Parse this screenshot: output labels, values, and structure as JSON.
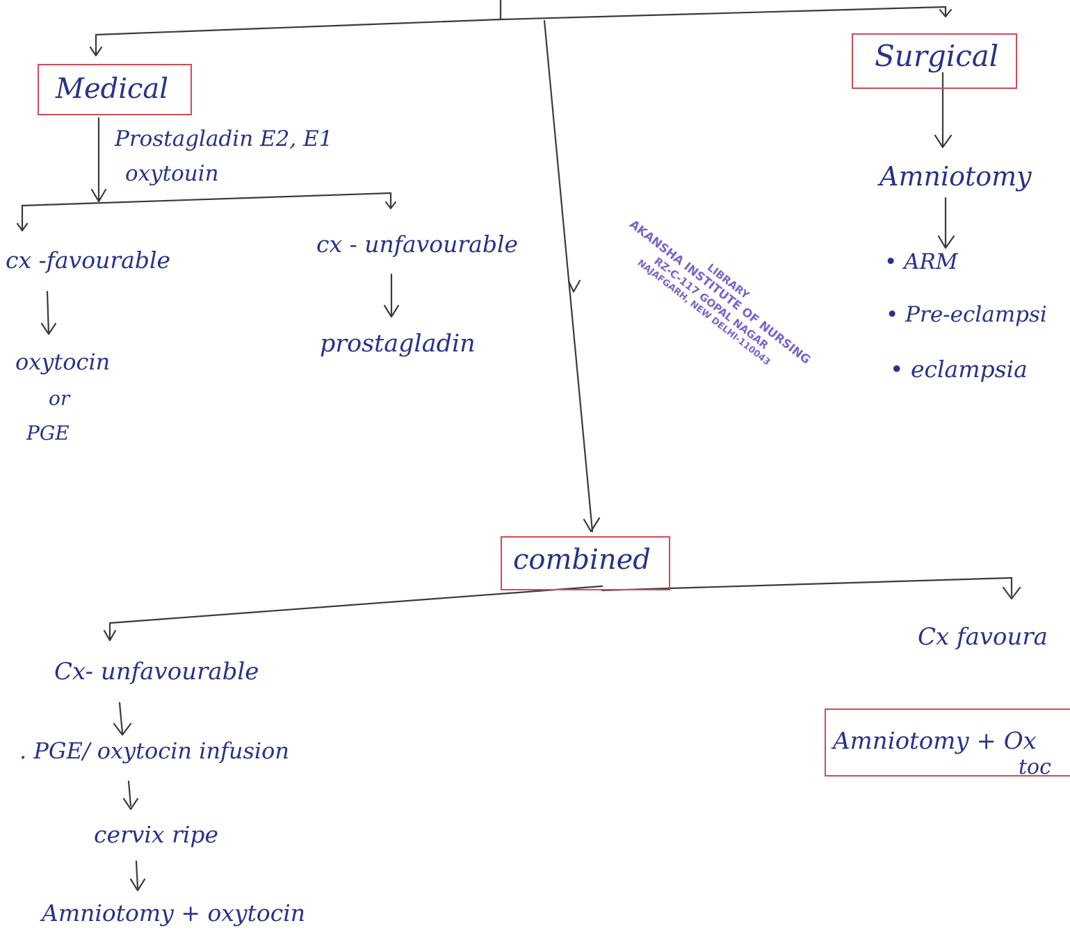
{
  "colors": {
    "ink": "#27328a",
    "connector": "#3a3a3a",
    "box_border": "#d24a55",
    "stamp": "#6a55c8"
  },
  "branches": {
    "medical": {
      "label": "Medical",
      "agents": [
        "Prostagladin E2, E1",
        "oxytouin"
      ],
      "favourable": {
        "label": "cx -favourable",
        "result": [
          "oxytocin",
          "or",
          "PGE"
        ]
      },
      "unfavourable": {
        "label": "cx - unfavourable",
        "result": "prostagladin"
      }
    },
    "surgical": {
      "label": "Surgical",
      "procedure": "Amniotomy",
      "indications": [
        "ARM",
        "Pre-eclampsi",
        "eclampsia"
      ]
    },
    "combined": {
      "label": "combined",
      "unfavourable": {
        "label": "Cx- unfavourable",
        "steps": [
          ". PGE/ oxytocin infusion",
          "cervix ripe",
          "Amniotomy + oxytocin"
        ]
      },
      "favourable": {
        "label": "Cx favoura",
        "result_line1": "Amniotomy + Ox",
        "result_line2": "toc"
      }
    }
  },
  "stamp": {
    "lines": [
      "LIBRARY",
      "AKANSHA INSTITUTE OF NURSING",
      "RZ-C-117 GOPAL NAGAR",
      "NAJAFGARH, NEW DELHI-110043"
    ]
  }
}
